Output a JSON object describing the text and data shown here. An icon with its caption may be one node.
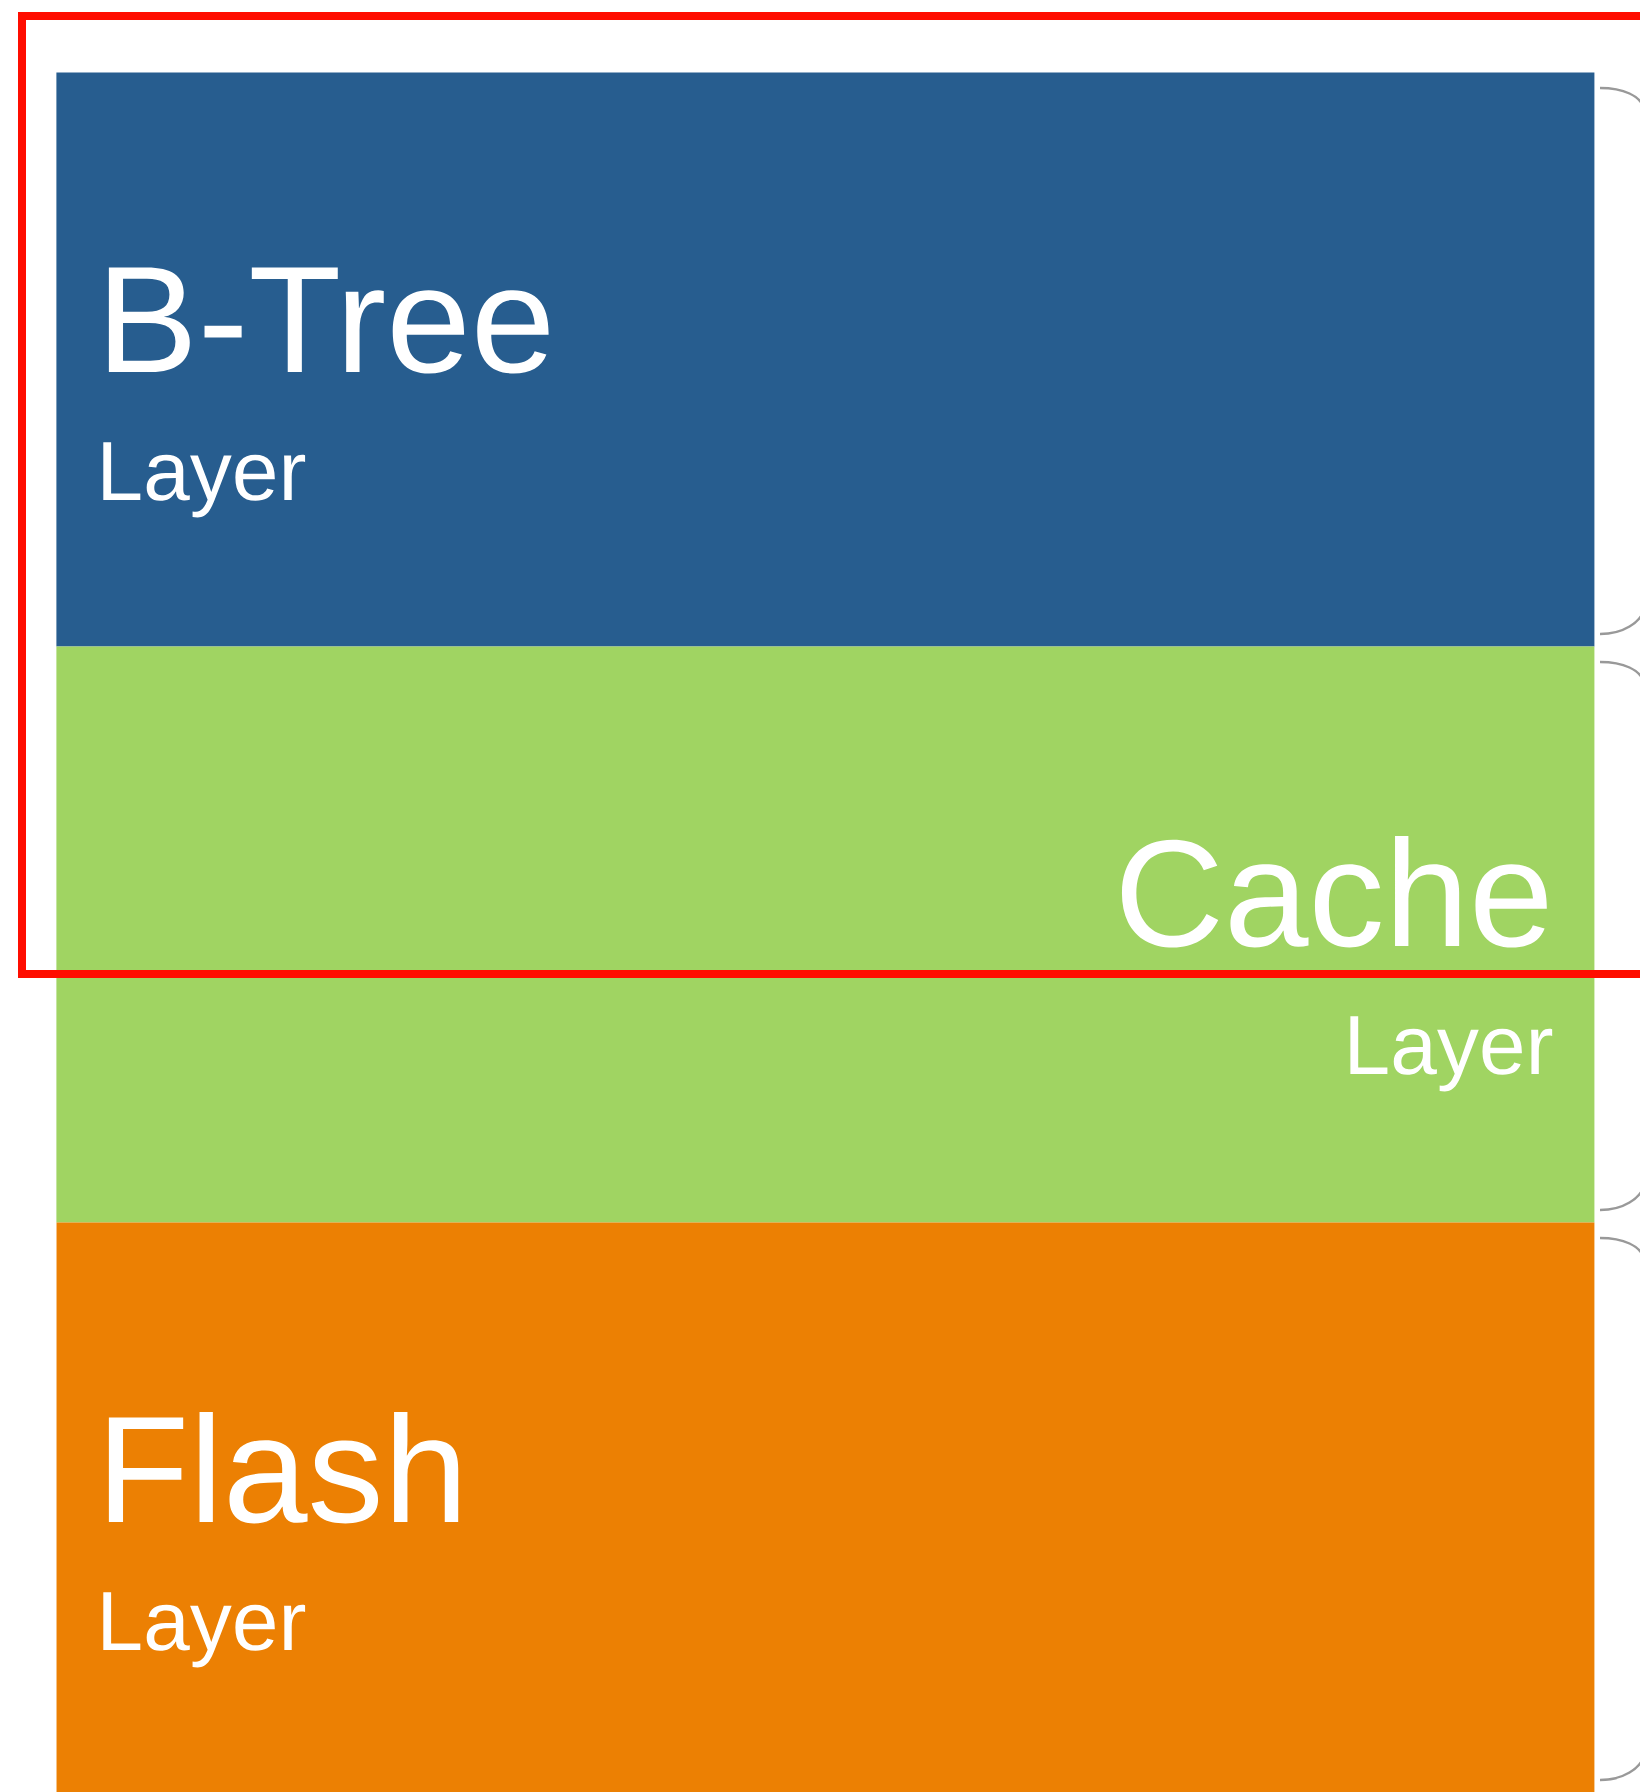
{
  "diagram": {
    "nodes": [
      {
        "text": [
          "B-Tree",
          "Layer"
        ]
      },
      {
        "text": [
          "Cache",
          "Layer"
        ]
      },
      {
        "text": [
          "Flash",
          "Layer"
        ]
      }
    ]
  }
}
